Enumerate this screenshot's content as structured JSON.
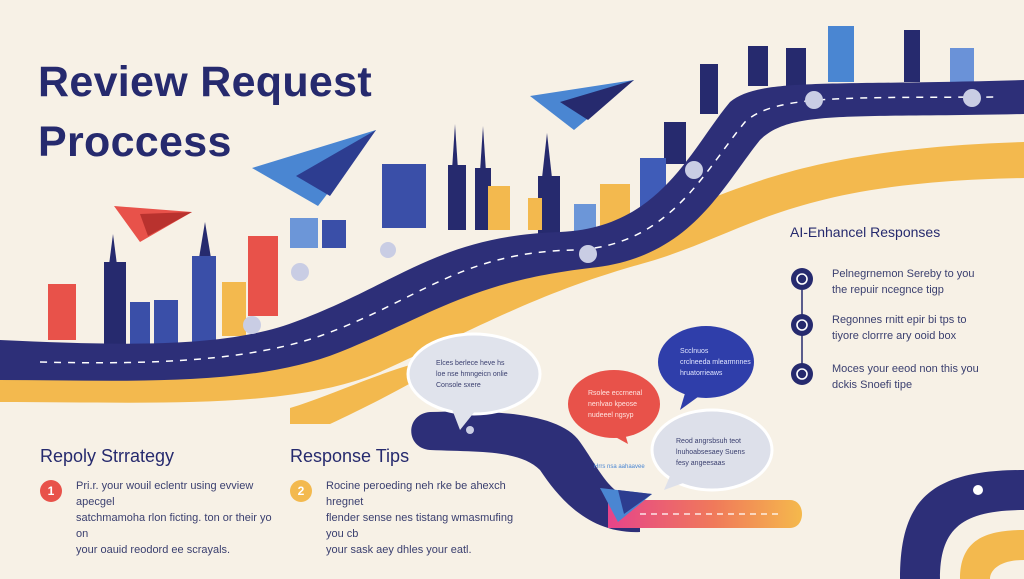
{
  "title_line1": "Review Request",
  "title_line2": "Proccess",
  "colors": {
    "navy": "#262a6e",
    "road": "#2d2f78",
    "accent_yellow": "#f3b94e",
    "accent_red": "#e8524a",
    "accent_blue": "#4a88d6",
    "background": "#f7f1e6"
  },
  "sections": {
    "reply_strategy": {
      "heading": "Repoly Strrategy",
      "number": "1",
      "line1": "Pri.r. your wouil eclentr using evview apecgel",
      "line2": "satchmamoha rlon ficting. ton or their yo on",
      "line3": "your oauid reodord ee scrayals."
    },
    "response_tips": {
      "heading": "Response Tips",
      "number": "2",
      "line1": "Rocine peroeding neh rke be ahexch hregnet",
      "line2": "flender sense nes tistang wmasmufing you cb",
      "line3": "your sask aey dhles your eatl."
    },
    "ai_responses": {
      "heading": "AI-Enhancel Responses",
      "items": [
        {
          "line1": "Pelnegrnemon Sereby to you",
          "line2": "the repuir ncegnce tigp",
          "icon": "check-circle-icon"
        },
        {
          "line1": "Regonnes rnitt epir bi tps to",
          "line2": "tiyore clorrre ary ooid box",
          "icon": "check-circle-icon"
        },
        {
          "line1": "Moces your eeod non this you",
          "line2": "dckis Snoefi tipe",
          "icon": "check-circle-icon"
        }
      ]
    }
  },
  "bubbles": {
    "gray_top": "Elces berlece heve hs\nloe nse hmngeicn onlie\nConsole sxere",
    "blue": "Scclnuos\ncrclneeda mlearmnnes\nhruatorrieaws",
    "red": "Rsolee eccrnenal\nnenlvao kpeose\nnudeeel ngsyp",
    "gray_right": "Reod angrsbsuh teot\nlnuhoabsesaey Suens\nfesy angeesaas",
    "road_label": "Hrrs nsa aahaavee"
  }
}
